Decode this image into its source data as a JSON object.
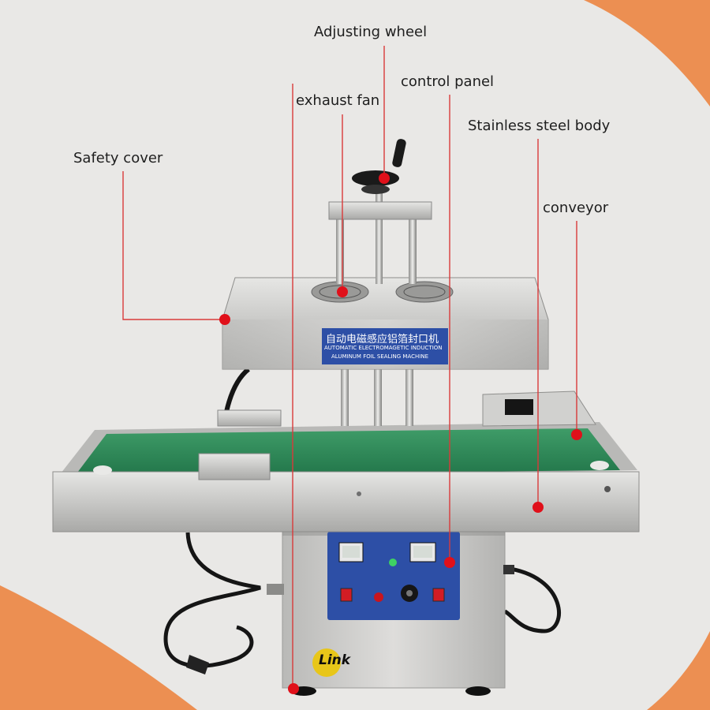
{
  "labels": {
    "adjusting_wheel": "Adjusting wheel",
    "control_panel": "control panel",
    "exhaust_fan": "exhaust fan",
    "stainless_steel_body": "Stainless steel body",
    "safety_cover": "Safety cover",
    "conveyor": "conveyor"
  },
  "machine_plate": {
    "line1": "自动电磁感应铝箔封口机",
    "line2": "AUTOMATIC ELECTROMAGETIC INDUCTION",
    "line3": "ALUMINUM FOIL SEALING MACHINE"
  },
  "logo_text": "Link",
  "colors": {
    "background": "#e9e8e6",
    "orange_accent": "#ec8f52",
    "marker_red": "#e0101a",
    "belt_green": "#2f8a57",
    "panel_blue": "#2d4fa6",
    "steel": "#c9c9c7"
  }
}
